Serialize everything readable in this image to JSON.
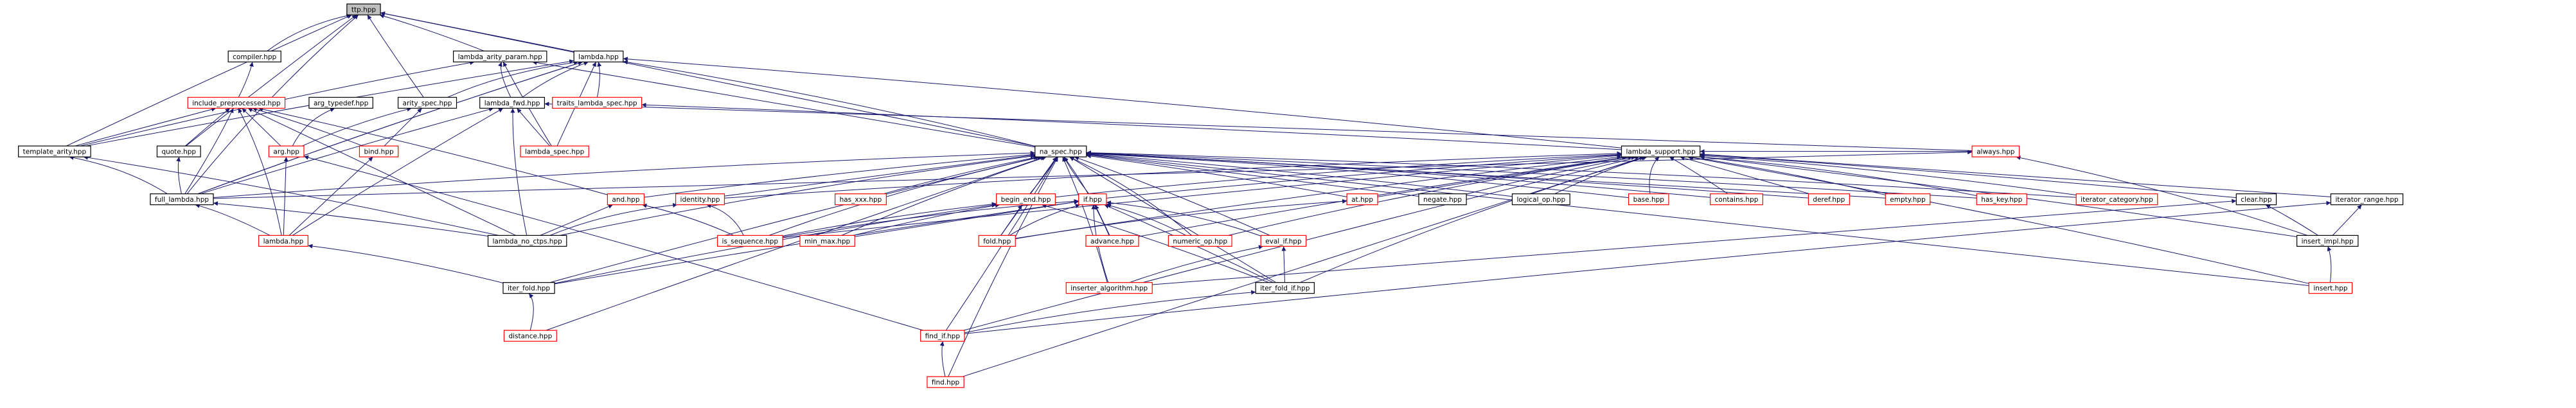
{
  "colors": {
    "edge": "#191970",
    "normal_border": "#000000",
    "normal_text": "#000000",
    "highlight_border": "#ff0000",
    "highlight_text": "#ff0000",
    "root_fill": "#bfbfbf",
    "fill": "#ffffff"
  },
  "nodes": [
    {
      "id": "ttp",
      "label": "ttp.hpp",
      "style": "root"
    },
    {
      "id": "compiler",
      "label": "compiler.hpp",
      "style": "normal"
    },
    {
      "id": "lambda_arity_param",
      "label": "lambda_arity_param.hpp",
      "style": "normal"
    },
    {
      "id": "lambda_top",
      "label": "lambda.hpp",
      "style": "normal"
    },
    {
      "id": "include_preprocessed",
      "label": "include_preprocessed.hpp",
      "style": "red"
    },
    {
      "id": "arg_typedef",
      "label": "arg_typedef.hpp",
      "style": "normal"
    },
    {
      "id": "arity_spec",
      "label": "arity_spec.hpp",
      "style": "normal"
    },
    {
      "id": "lambda_fwd",
      "label": "lambda_fwd.hpp",
      "style": "normal"
    },
    {
      "id": "traits_lambda_spec",
      "label": "traits_lambda_spec.hpp",
      "style": "red"
    },
    {
      "id": "template_arity",
      "label": "template_arity.hpp",
      "style": "normal"
    },
    {
      "id": "quote",
      "label": "quote.hpp",
      "style": "normal"
    },
    {
      "id": "arg",
      "label": "arg.hpp",
      "style": "red"
    },
    {
      "id": "bind",
      "label": "bind.hpp",
      "style": "red"
    },
    {
      "id": "lambda_spec",
      "label": "lambda_spec.hpp",
      "style": "red"
    },
    {
      "id": "na_spec",
      "label": "na_spec.hpp",
      "style": "normal"
    },
    {
      "id": "lambda_support",
      "label": "lambda_support.hpp",
      "style": "normal"
    },
    {
      "id": "always",
      "label": "always.hpp",
      "style": "red"
    },
    {
      "id": "full_lambda",
      "label": "full_lambda.hpp",
      "style": "normal"
    },
    {
      "id": "and",
      "label": "and.hpp",
      "style": "red"
    },
    {
      "id": "identity",
      "label": "identity.hpp",
      "style": "red"
    },
    {
      "id": "has_xxx",
      "label": "has_xxx.hpp",
      "style": "red"
    },
    {
      "id": "begin_end",
      "label": "begin_end.hpp",
      "style": "red"
    },
    {
      "id": "if",
      "label": "if.hpp",
      "style": "red"
    },
    {
      "id": "at",
      "label": "at.hpp",
      "style": "red"
    },
    {
      "id": "negate",
      "label": "negate.hpp",
      "style": "normal"
    },
    {
      "id": "logical_op",
      "label": "logical_op.hpp",
      "style": "normal"
    },
    {
      "id": "base",
      "label": "base.hpp",
      "style": "red"
    },
    {
      "id": "contains",
      "label": "contains.hpp",
      "style": "red"
    },
    {
      "id": "deref",
      "label": "deref.hpp",
      "style": "red"
    },
    {
      "id": "empty",
      "label": "empty.hpp",
      "style": "red"
    },
    {
      "id": "has_key",
      "label": "has_key.hpp",
      "style": "red"
    },
    {
      "id": "iterator_category",
      "label": "iterator_category.hpp",
      "style": "red"
    },
    {
      "id": "clear",
      "label": "clear.hpp",
      "style": "normal"
    },
    {
      "id": "iterator_range",
      "label": "iterator_range.hpp",
      "style": "normal"
    },
    {
      "id": "lambda_mid",
      "label": "lambda.hpp",
      "style": "red"
    },
    {
      "id": "lambda_no_ctps",
      "label": "lambda_no_ctps.hpp",
      "style": "normal"
    },
    {
      "id": "is_sequence",
      "label": "is_sequence.hpp",
      "style": "red"
    },
    {
      "id": "min_max",
      "label": "min_max.hpp",
      "style": "red"
    },
    {
      "id": "fold",
      "label": "fold.hpp",
      "style": "red"
    },
    {
      "id": "advance",
      "label": "advance.hpp",
      "style": "red"
    },
    {
      "id": "numeric_op",
      "label": "numeric_op.hpp",
      "style": "red"
    },
    {
      "id": "eval_if",
      "label": "eval_if.hpp",
      "style": "red"
    },
    {
      "id": "insert_impl",
      "label": "insert_impl.hpp",
      "style": "normal"
    },
    {
      "id": "iter_fold",
      "label": "iter_fold.hpp",
      "style": "normal"
    },
    {
      "id": "inserter_algorithm",
      "label": "inserter_algorithm.hpp",
      "style": "red"
    },
    {
      "id": "iter_fold_if",
      "label": "iter_fold_if.hpp",
      "style": "normal"
    },
    {
      "id": "insert",
      "label": "insert.hpp",
      "style": "red"
    },
    {
      "id": "distance",
      "label": "distance.hpp",
      "style": "red"
    },
    {
      "id": "find_if",
      "label": "find_if.hpp",
      "style": "red"
    },
    {
      "id": "find",
      "label": "find.hpp",
      "style": "red"
    }
  ],
  "edges": [
    [
      "compiler",
      "ttp"
    ],
    [
      "lambda_arity_param",
      "ttp"
    ],
    [
      "lambda_top",
      "ttp"
    ],
    [
      "template_arity",
      "ttp"
    ],
    [
      "quote",
      "ttp"
    ],
    [
      "full_lambda",
      "ttp"
    ],
    [
      "arity_spec",
      "ttp"
    ],
    [
      "na_spec",
      "ttp"
    ],
    [
      "include_preprocessed",
      "compiler"
    ],
    [
      "template_arity",
      "lambda_arity_param"
    ],
    [
      "lambda_fwd",
      "lambda_arity_param"
    ],
    [
      "lambda_spec",
      "lambda_arity_param"
    ],
    [
      "na_spec",
      "lambda_arity_param"
    ],
    [
      "template_arity",
      "lambda_top"
    ],
    [
      "full_lambda",
      "lambda_top"
    ],
    [
      "arity_spec",
      "lambda_top"
    ],
    [
      "lambda_fwd",
      "lambda_top"
    ],
    [
      "lambda_spec",
      "lambda_top"
    ],
    [
      "traits_lambda_spec",
      "lambda_top"
    ],
    [
      "na_spec",
      "lambda_top"
    ],
    [
      "lambda_support",
      "lambda_top"
    ],
    [
      "full_lambda",
      "lambda_top"
    ],
    [
      "template_arity",
      "include_preprocessed"
    ],
    [
      "quote",
      "include_preprocessed"
    ],
    [
      "full_lambda",
      "include_preprocessed"
    ],
    [
      "arg",
      "include_preprocessed"
    ],
    [
      "bind",
      "include_preprocessed"
    ],
    [
      "lambda_no_ctps",
      "include_preprocessed"
    ],
    [
      "and",
      "include_preprocessed"
    ],
    [
      "lambda_mid",
      "include_preprocessed"
    ],
    [
      "arg",
      "arg_typedef"
    ],
    [
      "arg",
      "arity_spec"
    ],
    [
      "bind",
      "arity_spec"
    ],
    [
      "full_lambda",
      "lambda_fwd"
    ],
    [
      "lambda_mid",
      "lambda_fwd"
    ],
    [
      "lambda_no_ctps",
      "lambda_fwd"
    ],
    [
      "lambda_spec",
      "lambda_fwd"
    ],
    [
      "always",
      "lambda_fwd"
    ],
    [
      "lambda_support",
      "traits_lambda_spec"
    ],
    [
      "full_lambda",
      "template_arity"
    ],
    [
      "lambda_no_ctps",
      "template_arity"
    ],
    [
      "full_lambda",
      "quote"
    ],
    [
      "lambda_mid",
      "arg"
    ],
    [
      "find_if",
      "arg"
    ],
    [
      "lambda_mid",
      "bind"
    ],
    [
      "full_lambda",
      "na_spec"
    ],
    [
      "and",
      "na_spec"
    ],
    [
      "identity",
      "na_spec"
    ],
    [
      "has_xxx",
      "na_spec"
    ],
    [
      "begin_end",
      "na_spec"
    ],
    [
      "if",
      "na_spec"
    ],
    [
      "at",
      "na_spec"
    ],
    [
      "negate",
      "na_spec"
    ],
    [
      "logical_op",
      "na_spec"
    ],
    [
      "base",
      "na_spec"
    ],
    [
      "contains",
      "na_spec"
    ],
    [
      "deref",
      "na_spec"
    ],
    [
      "empty",
      "na_spec"
    ],
    [
      "has_key",
      "na_spec"
    ],
    [
      "iterator_category",
      "na_spec"
    ],
    [
      "is_sequence",
      "na_spec"
    ],
    [
      "min_max",
      "na_spec"
    ],
    [
      "fold",
      "na_spec"
    ],
    [
      "advance",
      "na_spec"
    ],
    [
      "numeric_op",
      "na_spec"
    ],
    [
      "eval_if",
      "na_spec"
    ],
    [
      "iter_fold",
      "na_spec"
    ],
    [
      "iter_fold_if",
      "na_spec"
    ],
    [
      "distance",
      "na_spec"
    ],
    [
      "find_if",
      "na_spec"
    ],
    [
      "lambda_no_ctps",
      "na_spec"
    ],
    [
      "find",
      "na_spec"
    ],
    [
      "insert",
      "na_spec"
    ],
    [
      "inserter_algorithm",
      "na_spec"
    ],
    [
      "identity",
      "lambda_support"
    ],
    [
      "begin_end",
      "lambda_support"
    ],
    [
      "if",
      "lambda_support"
    ],
    [
      "at",
      "lambda_support"
    ],
    [
      "negate",
      "lambda_support"
    ],
    [
      "logical_op",
      "lambda_support"
    ],
    [
      "base",
      "lambda_support"
    ],
    [
      "contains",
      "lambda_support"
    ],
    [
      "deref",
      "lambda_support"
    ],
    [
      "empty",
      "lambda_support"
    ],
    [
      "has_key",
      "lambda_support"
    ],
    [
      "iterator_category",
      "lambda_support"
    ],
    [
      "clear",
      "lambda_support"
    ],
    [
      "iterator_range",
      "lambda_support"
    ],
    [
      "insert_impl",
      "lambda_support"
    ],
    [
      "insert",
      "lambda_support"
    ],
    [
      "iter_fold_if",
      "lambda_support"
    ],
    [
      "find_if",
      "lambda_support"
    ],
    [
      "find",
      "lambda_support"
    ],
    [
      "is_sequence",
      "lambda_support"
    ],
    [
      "fold",
      "lambda_support"
    ],
    [
      "numeric_op",
      "lambda_support"
    ],
    [
      "advance",
      "lambda_support"
    ],
    [
      "always",
      "lambda_support"
    ],
    [
      "full_lambda",
      "always"
    ],
    [
      "insert_impl",
      "always"
    ],
    [
      "lambda_mid",
      "full_lambda"
    ],
    [
      "lambda_no_ctps",
      "full_lambda"
    ],
    [
      "lambda_no_ctps",
      "and"
    ],
    [
      "is_sequence",
      "and"
    ],
    [
      "is_sequence",
      "identity"
    ],
    [
      "lambda_no_ctps",
      "identity"
    ],
    [
      "is_sequence",
      "begin_end"
    ],
    [
      "fold",
      "begin_end"
    ],
    [
      "min_max",
      "begin_end"
    ],
    [
      "iter_fold",
      "begin_end"
    ],
    [
      "iter_fold_if",
      "begin_end"
    ],
    [
      "fold",
      "if"
    ],
    [
      "advance",
      "if"
    ],
    [
      "numeric_op",
      "if"
    ],
    [
      "eval_if",
      "if"
    ],
    [
      "inserter_algorithm",
      "if"
    ],
    [
      "iter_fold_if",
      "if"
    ],
    [
      "min_max",
      "if"
    ],
    [
      "iter_fold",
      "if"
    ],
    [
      "is_sequence",
      "if"
    ],
    [
      "fold",
      "at"
    ],
    [
      "insert_impl",
      "clear"
    ],
    [
      "inserter_algorithm",
      "clear"
    ],
    [
      "insert_impl",
      "iterator_range"
    ],
    [
      "find_if",
      "iterator_range"
    ],
    [
      "iter_fold",
      "lambda_mid"
    ],
    [
      "inserter_algorithm",
      "eval_if"
    ],
    [
      "iter_fold_if",
      "eval_if"
    ],
    [
      "insert",
      "insert_impl"
    ],
    [
      "distance",
      "iter_fold"
    ],
    [
      "find_if",
      "iter_fold_if"
    ],
    [
      "find",
      "find_if"
    ]
  ]
}
